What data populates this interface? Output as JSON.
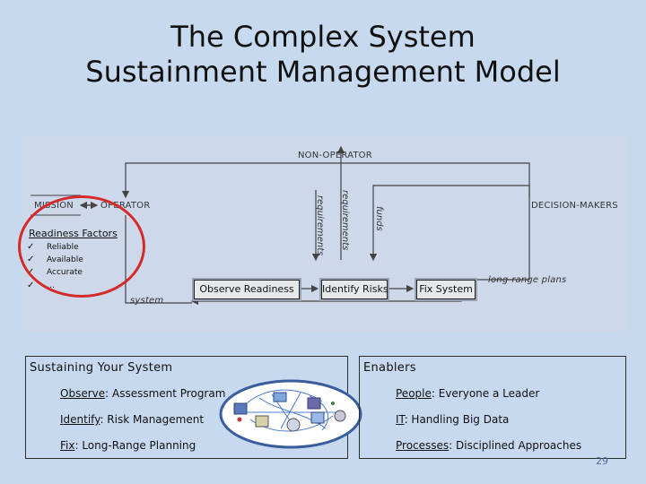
{
  "title": {
    "line1": "The Complex System",
    "line2": "Sustainment Management Model"
  },
  "diagram": {
    "non_operator": "NON-OPERATOR",
    "mission": "MISSION",
    "operator": "OPERATOR",
    "decision_makers": "DECISION-MAKERS",
    "requirements_1": "requirements",
    "requirements_2": "requirements",
    "funds": "funds",
    "system": "system",
    "long_range_plans": "long-range plans",
    "observe_readiness": "Observe Readiness",
    "identify_risks": "Identify Risks",
    "fix_system": "Fix System"
  },
  "readiness": {
    "title": "Readiness Factors",
    "check_mark": "✓",
    "items": [
      "Reliable",
      "Available",
      "Accurate",
      "…"
    ]
  },
  "sustaining": {
    "title": "Sustaining Your System",
    "items": [
      {
        "key": "Observe",
        "rest": ": Assessment Program"
      },
      {
        "key": "Identify",
        "rest": ": Risk Management"
      },
      {
        "key": "Fix",
        "rest": ": Long-Range Planning"
      }
    ]
  },
  "enablers": {
    "title": "Enablers",
    "items": [
      {
        "key": "People",
        "rest": ": Everyone a Leader"
      },
      {
        "key": "IT",
        "rest": ": Handling Big Data"
      },
      {
        "key": "Processes",
        "rest": ": Disciplined Approaches"
      }
    ]
  },
  "page_number": "29",
  "colors": {
    "background": "#c6d9ef",
    "highlight_ellipse": "#d42a2a",
    "network_outline": "#3a5d9e",
    "page_number": "#4f6f99"
  }
}
